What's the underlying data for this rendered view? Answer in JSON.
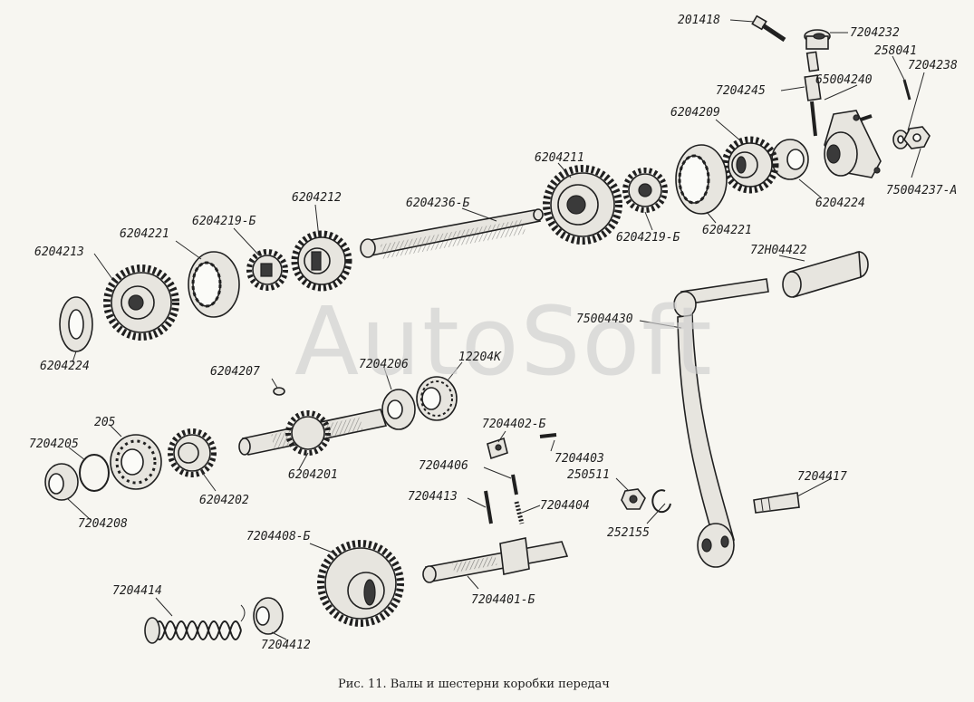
{
  "watermark": "AutoSoft",
  "caption": "Рис. 11. Валы и шестерни коробки передач",
  "labels": {
    "l201418": "201418",
    "l7204232": "7204232",
    "l258041": "258041",
    "l7204238": "7204238",
    "l7204245": "7204245",
    "l65004240": "65004240",
    "l6204209": "6204209",
    "l6204211": "6204211",
    "l6204224_r": "6204224",
    "l75004237": "75004237-А",
    "l6204236": "6204236-Б",
    "l6204219b_r": "6204219-Б",
    "l6204221_r": "6204221",
    "l72H04422": "72Н04422",
    "l6204212": "6204212",
    "l6204219b_l": "6204219-Б",
    "l6204221_l": "6204221",
    "l6204213": "6204213",
    "l75004430": "75004430",
    "l6204224_l": "6204224",
    "l6204207": "6204207",
    "l7204206": "7204206",
    "l12204K": "12204К",
    "l205": "205",
    "l7204205": "7204205",
    "l7204402": "7204402-Б",
    "l7204403": "7204403",
    "l7204406": "7204406",
    "l250511": "250511",
    "l7204417": "7204417",
    "l6204201": "6204201",
    "l6204202": "6204202",
    "l7204413": "7204413",
    "l7204404": "7204404",
    "l7204208": "7204208",
    "l252155": "252155",
    "l7204408": "7204408-Б",
    "l7204414": "7204414",
    "l7204401": "7204401-Б",
    "l7204412": "7204412"
  }
}
